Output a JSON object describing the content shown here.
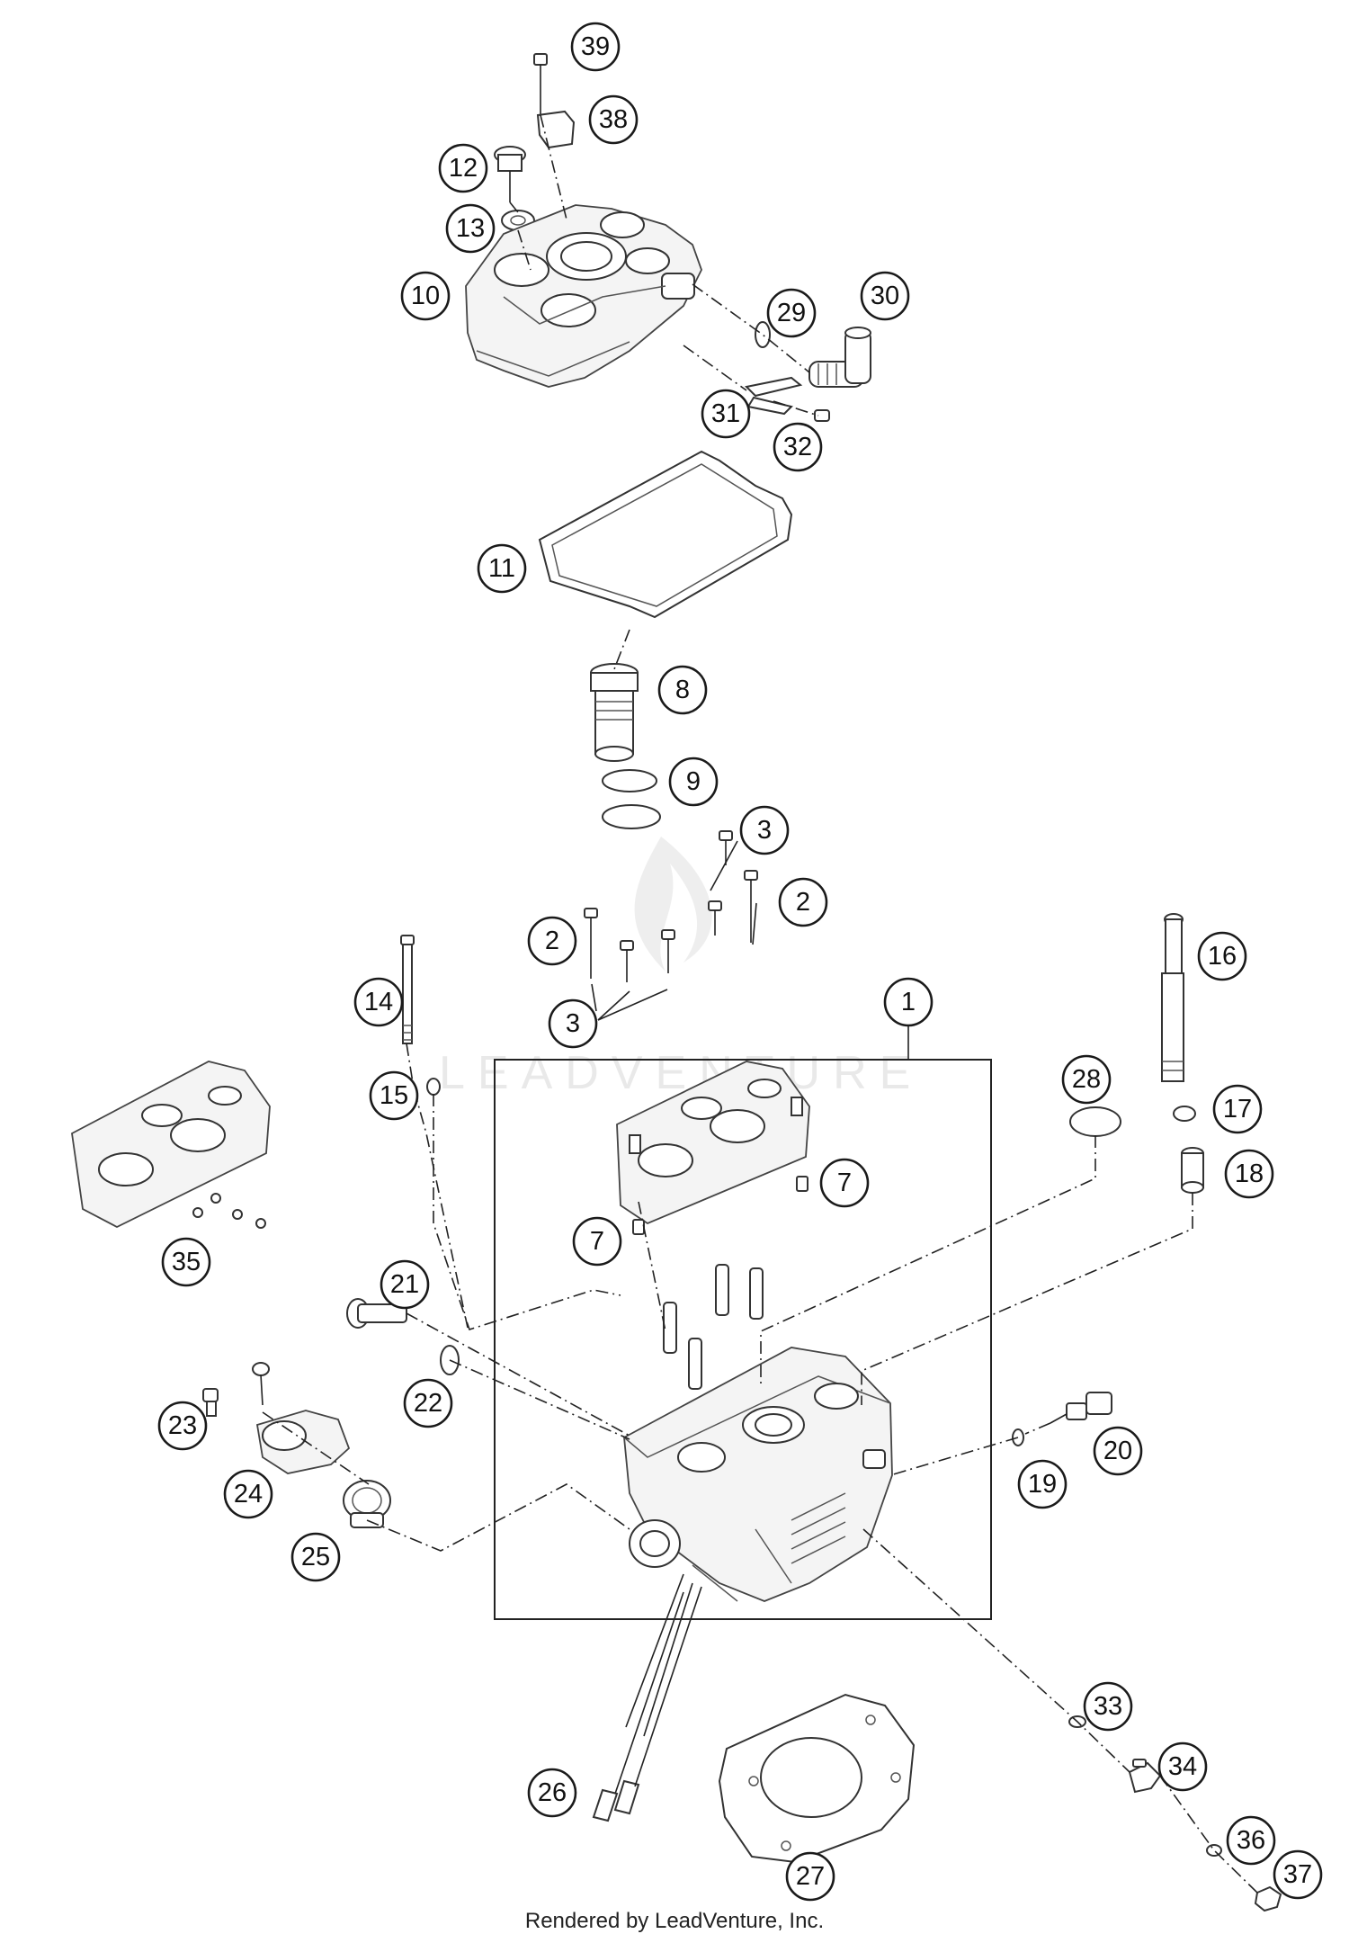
{
  "diagram": {
    "callouts": [
      "39",
      "38",
      "12",
      "13",
      "10",
      "29",
      "30",
      "31",
      "32",
      "11",
      "8",
      "9",
      "3",
      "2",
      "2",
      "3",
      "14",
      "1",
      "16",
      "15",
      "28",
      "17",
      "18",
      "7",
      "7",
      "35",
      "21",
      "22",
      "23",
      "20",
      "24",
      "19",
      "25",
      "33",
      "34",
      "26",
      "36",
      "27",
      "37"
    ],
    "watermark": "LEADVENTURE",
    "footer": "Rendered by LeadVenture, Inc."
  }
}
